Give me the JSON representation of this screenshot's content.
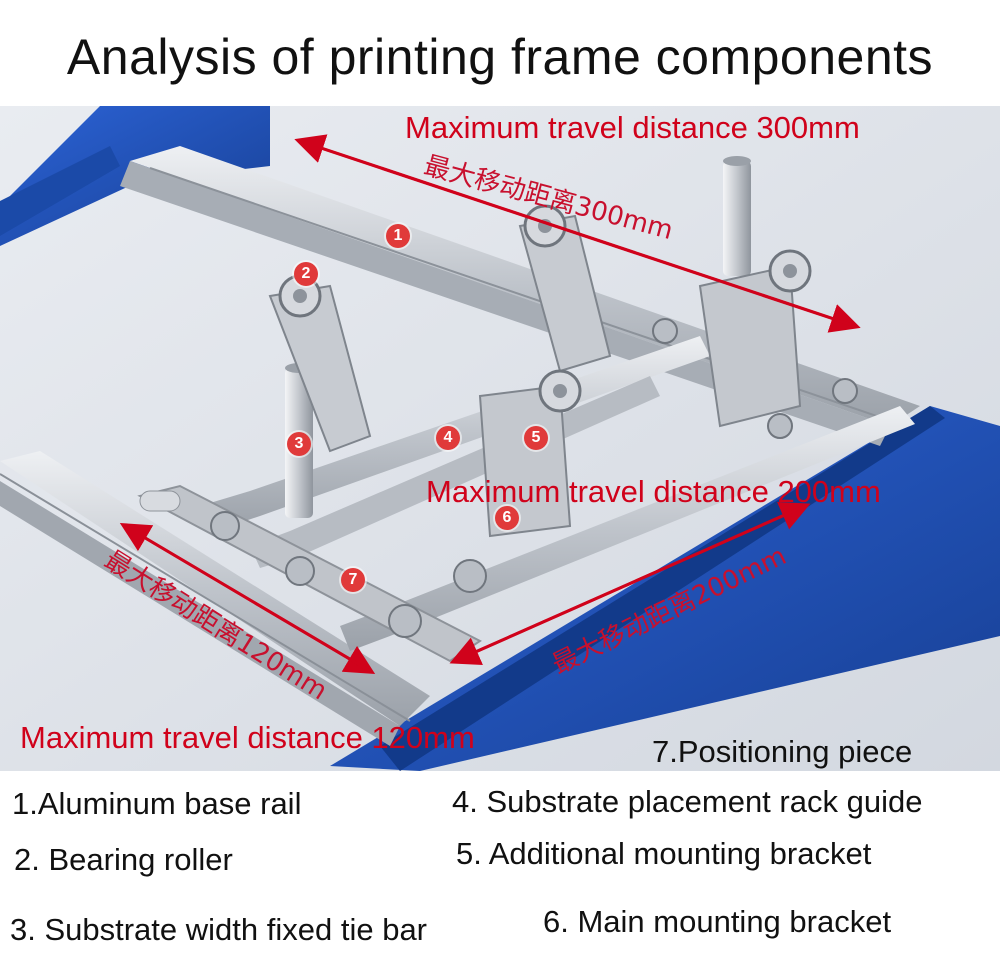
{
  "title": "Analysis of printing frame components",
  "annotations": {
    "travel_300_en": "Maximum travel distance 300mm",
    "travel_300_cn": "最大移动距离300mm",
    "travel_200_en": "Maximum travel distance 200mm",
    "travel_200_cn": "最大移动距离200mm",
    "travel_120_en": "Maximum travel distance 120mm",
    "travel_120_cn": "最大移动距离120mm"
  },
  "markers": [
    "1",
    "2",
    "3",
    "4",
    "5",
    "6",
    "7"
  ],
  "legend": [
    "1.Aluminum base rail",
    "2. Bearing roller",
    "3. Substrate width fixed tie bar",
    "4. Substrate placement rack guide",
    "5. Additional mounting bracket",
    "6. Main mounting bracket",
    "7.Positioning piece"
  ],
  "colors": {
    "annotation_red": "#d0021b",
    "frame_blue": "#1f4fb5",
    "aluminum": "#c9ccd2",
    "marker_red": "#e03a3a"
  }
}
